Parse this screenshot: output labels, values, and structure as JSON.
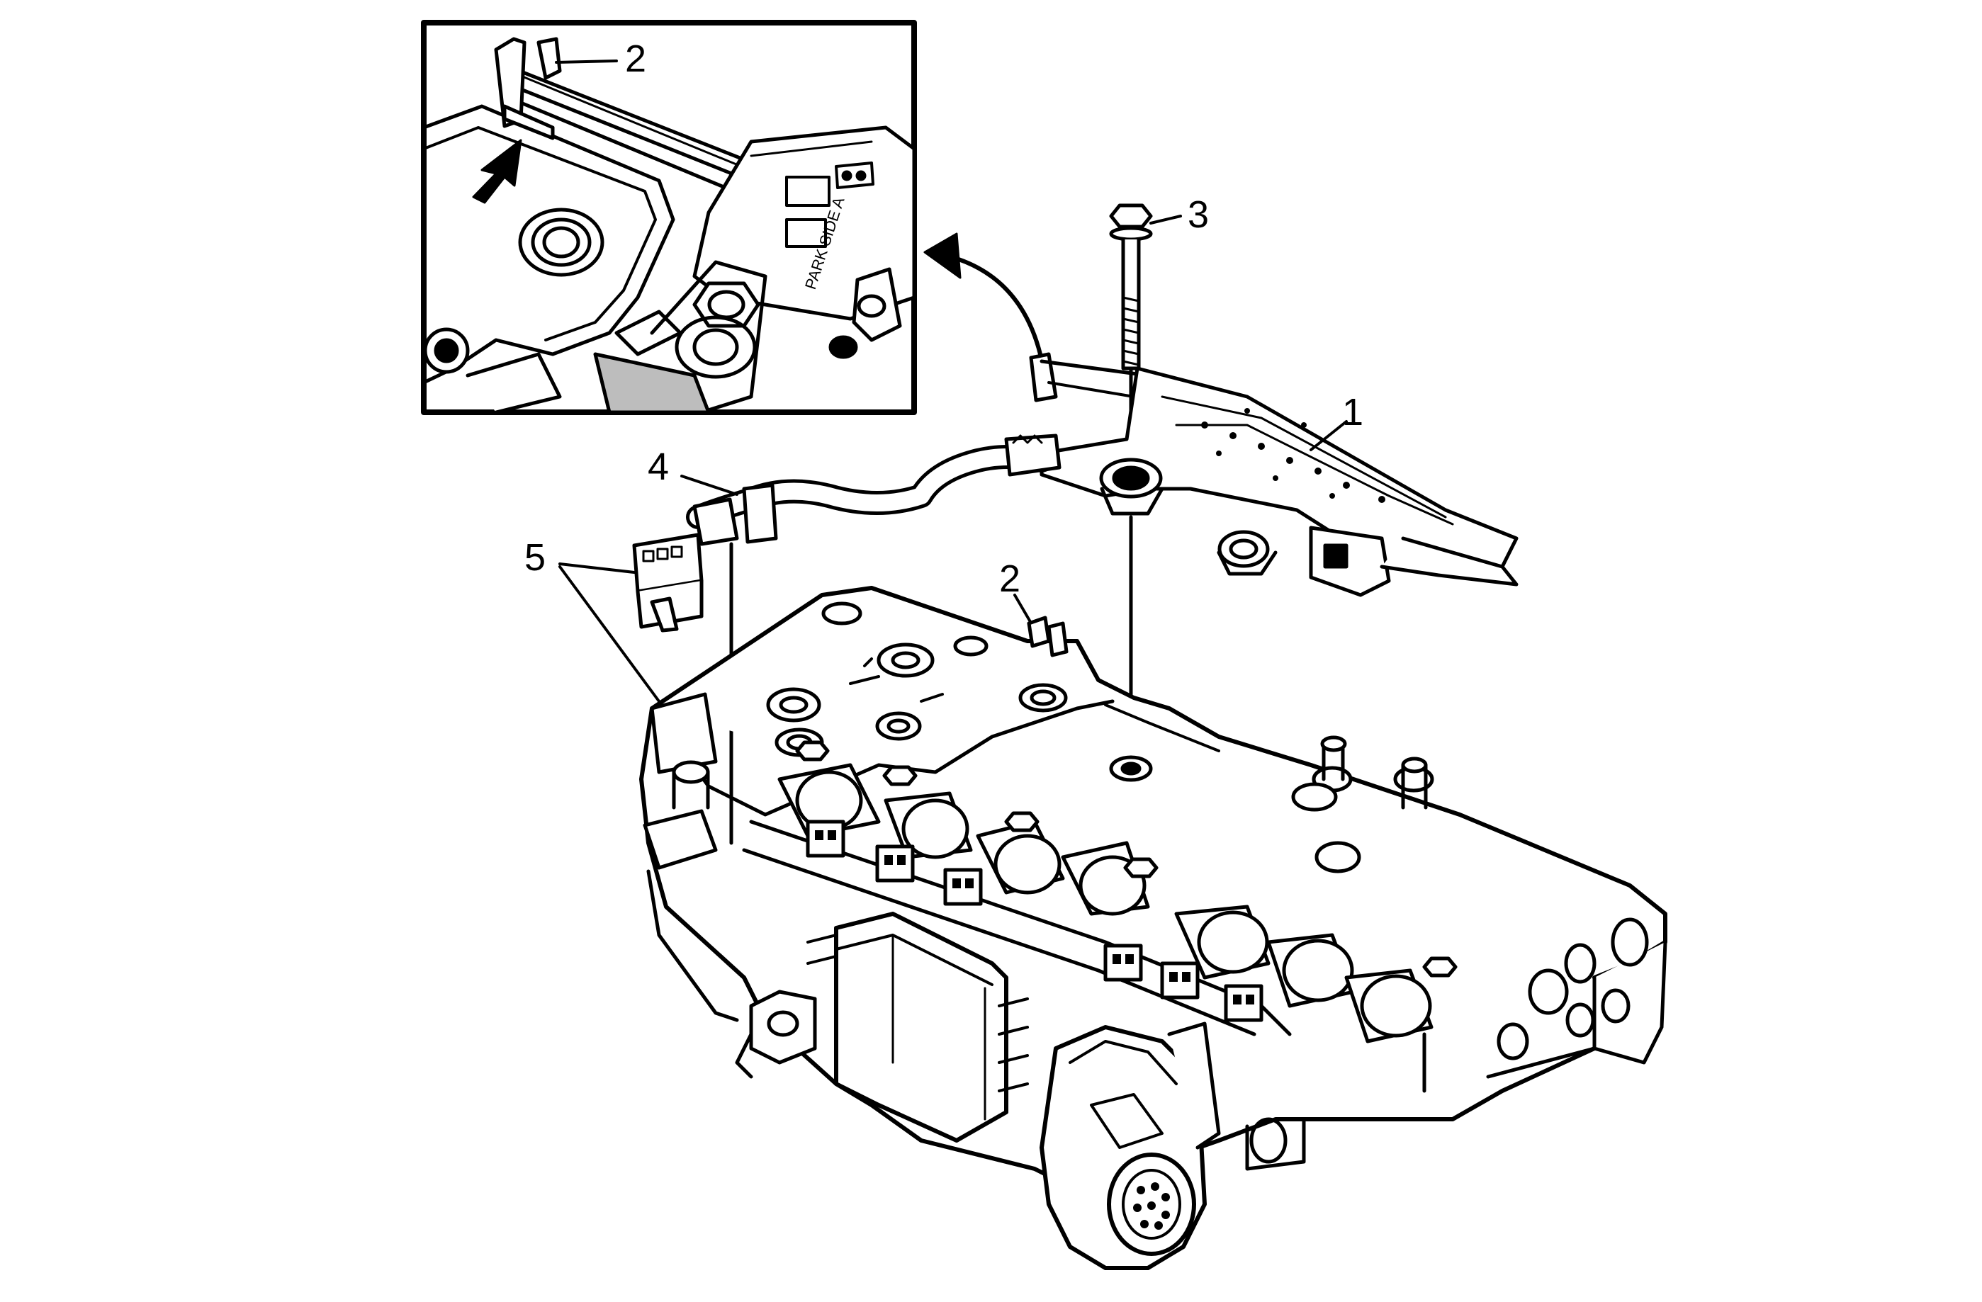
{
  "figure": {
    "callouts": [
      {
        "id": "callout-1",
        "label": "1"
      },
      {
        "id": "callout-2-inset",
        "label": "2"
      },
      {
        "id": "callout-2-main",
        "label": "2"
      },
      {
        "id": "callout-3",
        "label": "3"
      },
      {
        "id": "callout-4",
        "label": "4"
      },
      {
        "id": "callout-5",
        "label": "5"
      }
    ],
    "inset_sensor_text": "PARK SIDE A",
    "colors": {
      "ink": "#000000",
      "paper": "#ffffff",
      "shade": "#bdbdbd"
    }
  }
}
